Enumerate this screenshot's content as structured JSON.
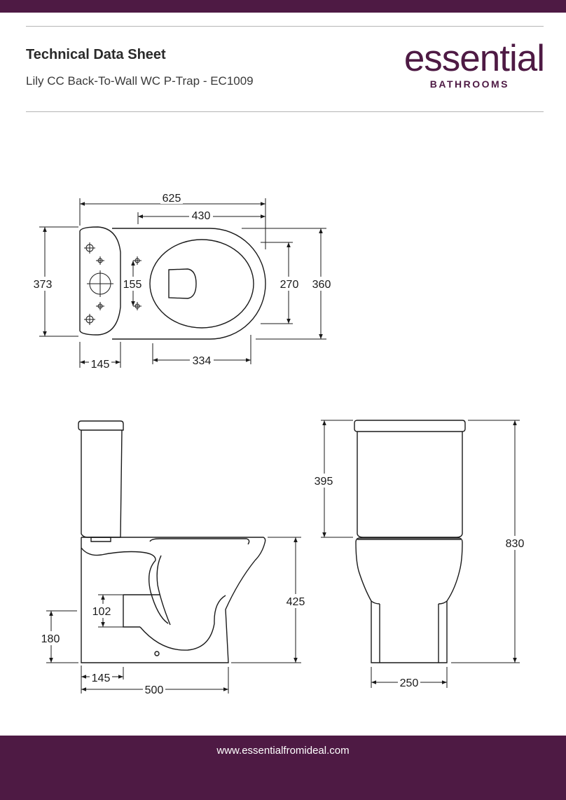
{
  "header": {
    "title": "Technical Data Sheet",
    "subtitle": "Lily CC Back-To-Wall WC P-Trap - EC1009",
    "brand_color": "#4e1a44"
  },
  "logo": {
    "main": "essential",
    "sub": "BATHROOMS"
  },
  "plan_view": {
    "dim_overall_length": "625",
    "dim_bowl_length": "430",
    "dim_overall_width": "373",
    "dim_fixing_centres": "155",
    "dim_seat_width": "270",
    "dim_bowl_width": "360",
    "dim_cistern_depth": "145",
    "dim_seat_length": "334"
  },
  "side_view": {
    "dim_outlet_diameter": "102",
    "dim_outlet_height": "180",
    "dim_pan_height": "425",
    "dim_cistern_depth": "145",
    "dim_projection": "500"
  },
  "front_view": {
    "dim_cistern_height": "395",
    "dim_overall_height": "830",
    "dim_base_width": "250"
  },
  "footer": {
    "url": "www.essentialfromideal.com"
  }
}
